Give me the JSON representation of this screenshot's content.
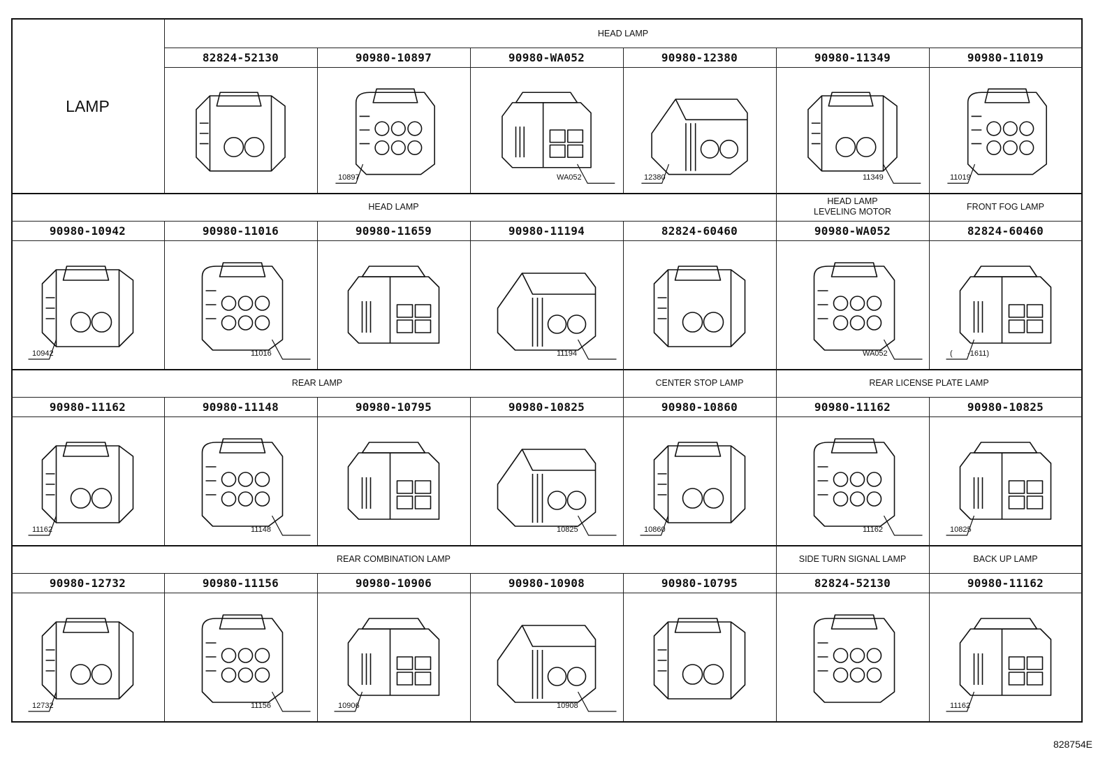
{
  "lamp_title": "LAMP",
  "row1": {
    "group_header": "HEAD LAMP",
    "parts": [
      {
        "pn": "82824-52130",
        "code": ""
      },
      {
        "pn": "90980-10897",
        "code": "10897"
      },
      {
        "pn": "90980-WA052",
        "code": "WA052"
      },
      {
        "pn": "90980-12380",
        "code": "12380"
      },
      {
        "pn": "90980-11349",
        "code": "11349"
      },
      {
        "pn": "90980-11019",
        "code": "11019"
      }
    ]
  },
  "row2": {
    "headers": [
      "HEAD LAMP",
      "HEAD LAMP\nLEVELING MOTOR",
      "FRONT FOG LAMP"
    ],
    "parts": [
      {
        "pn": "90980-10942",
        "code": "10942"
      },
      {
        "pn": "90980-11016",
        "code": "11016"
      },
      {
        "pn": "90980-11659",
        "code": ""
      },
      {
        "pn": "90980-11194",
        "code": "11194"
      },
      {
        "pn": "82824-60460",
        "code": ""
      },
      {
        "pn": "90980-WA052",
        "code": "WA052"
      },
      {
        "pn": "82824-60460",
        "code": "(       -1611)"
      }
    ]
  },
  "row3": {
    "headers": [
      "REAR LAMP",
      "CENTER STOP LAMP",
      "REAR LICENSE PLATE LAMP"
    ],
    "parts": [
      {
        "pn": "90980-11162",
        "code": "11162"
      },
      {
        "pn": "90980-11148",
        "code": "11148"
      },
      {
        "pn": "90980-10795",
        "code": ""
      },
      {
        "pn": "90980-10825",
        "code": "10825"
      },
      {
        "pn": "90980-10860",
        "code": "10860"
      },
      {
        "pn": "90980-11162",
        "code": "11162"
      },
      {
        "pn": "90980-10825",
        "code": "10825"
      }
    ]
  },
  "row4": {
    "headers": [
      "REAR COMBINATION LAMP",
      "SIDE TURN SIGNAL LAMP",
      "BACK UP LAMP"
    ],
    "parts": [
      {
        "pn": "90980-12732",
        "code": "12732"
      },
      {
        "pn": "90980-11156",
        "code": "11156"
      },
      {
        "pn": "90980-10906",
        "code": "10906"
      },
      {
        "pn": "90980-10908",
        "code": "10908"
      },
      {
        "pn": "90980-10795",
        "code": ""
      },
      {
        "pn": "82824-52130",
        "code": ""
      },
      {
        "pn": "90980-11162",
        "code": "11162"
      }
    ]
  },
  "figure_ref": "828754E"
}
